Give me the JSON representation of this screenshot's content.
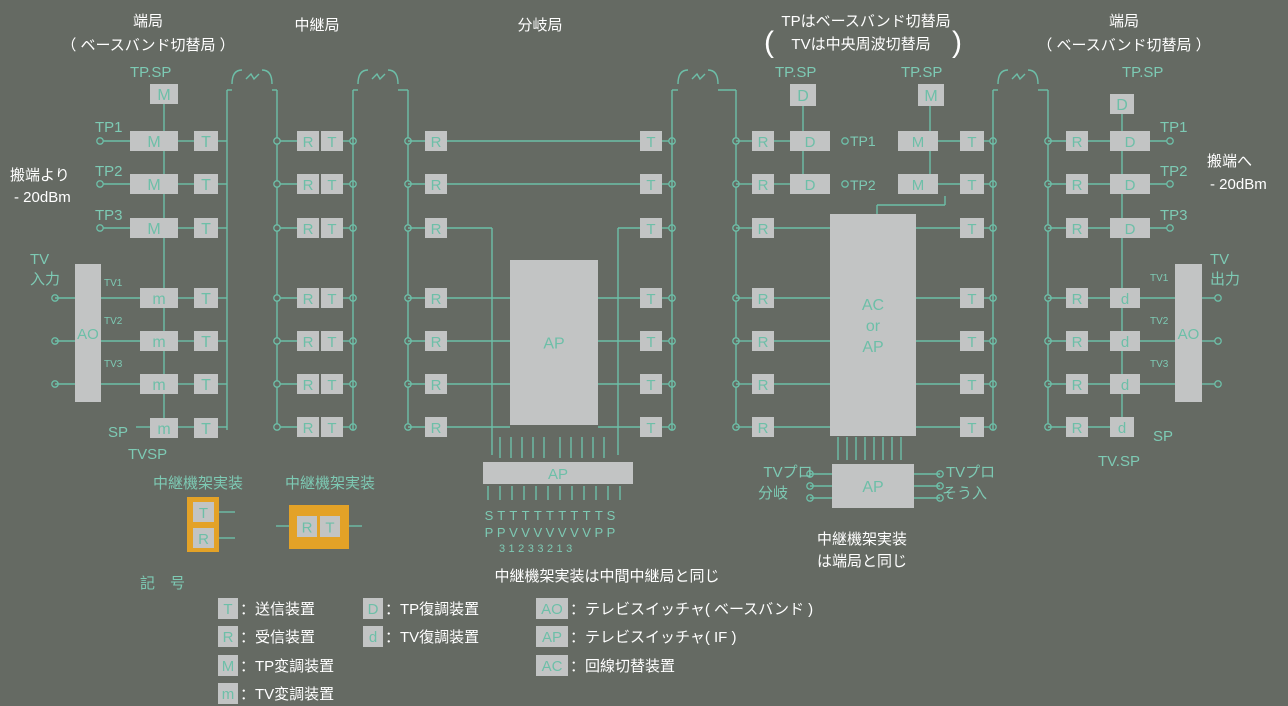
{
  "headers": {
    "terminal_left": [
      "端局",
      "（ ベースバンド切替局 ）"
    ],
    "relay": "中継局",
    "branch": "分岐局",
    "switch": [
      "TPはベースバンド切替局",
      "TVは中央周波切替局"
    ],
    "terminal_right": [
      "端局",
      "（ ベースバンド切替局 ）"
    ]
  },
  "inputs": {
    "from_carrier": [
      "搬端より",
      "- 20dBm"
    ],
    "to_carrier": [
      "搬端へ",
      "- 20dBm"
    ],
    "tv_in": [
      "TV",
      "入力"
    ],
    "tv_out": [
      "TV",
      "出力"
    ]
  },
  "channels": {
    "tp_sp": "TP.SP",
    "tp1": "TP1",
    "tp2": "TP2",
    "tp3": "TP3",
    "tv1": "TV1",
    "tv2": "TV2",
    "tv3": "TV3",
    "sp": "SP",
    "tvsp": "TVSP",
    "tv_sp": "TV.SP"
  },
  "blocks": {
    "M": "M",
    "m": "m",
    "T": "T",
    "R": "R",
    "D": "D",
    "d": "d",
    "AO": "AO",
    "AP": "AP",
    "AC_or_AP": [
      "AC",
      "or",
      "AP"
    ],
    "radio_link": "~"
  },
  "ap_bottom_labels": {
    "top": [
      "S",
      "T",
      "T",
      "T",
      "T",
      "T",
      "T",
      "T",
      "T",
      "T",
      "S"
    ],
    "mid": [
      "P",
      "P",
      "V",
      "V",
      "V",
      "V",
      "V",
      "V",
      "V",
      "P",
      "P"
    ],
    "bot": [
      "3",
      "1",
      "2",
      "3",
      "3",
      "2",
      "1",
      "3"
    ]
  },
  "tv_pro": {
    "branch": [
      "TVプロ",
      "分岐"
    ],
    "insert": [
      "TVプロ",
      "そう入"
    ]
  },
  "rack": {
    "label1": "中継機架実装",
    "label2": "中継機架実装",
    "mid_note": "中継機架実装は中間中継局と同じ",
    "right_note": [
      "中継機架実装",
      "は端局と同じ"
    ]
  },
  "legend": {
    "title": "記　号",
    "items": [
      {
        "sym": "T",
        "desc": "：送信装置"
      },
      {
        "sym": "R",
        "desc": "：受信装置"
      },
      {
        "sym": "M",
        "desc": "：TP変調装置"
      },
      {
        "sym": "m",
        "desc": "：TV変調装置"
      },
      {
        "sym": "D",
        "desc": "：TP復調装置"
      },
      {
        "sym": "d",
        "desc": "：TV復調装置"
      },
      {
        "sym": "AO",
        "desc": "：テレビスイッチャ( ベースバンド )"
      },
      {
        "sym": "AP",
        "desc": "：テレビスイッチャ( IF )"
      },
      {
        "sym": "AC",
        "desc": "：回線切替装置"
      }
    ]
  },
  "colors": {
    "background": "#656a63",
    "line": "#6dbfa8",
    "block": "#c2c4c4",
    "block_text": "#6dbfa8",
    "label_text": "#7dcab4",
    "white_text": "#ffffff",
    "orange": "#e3a227"
  }
}
